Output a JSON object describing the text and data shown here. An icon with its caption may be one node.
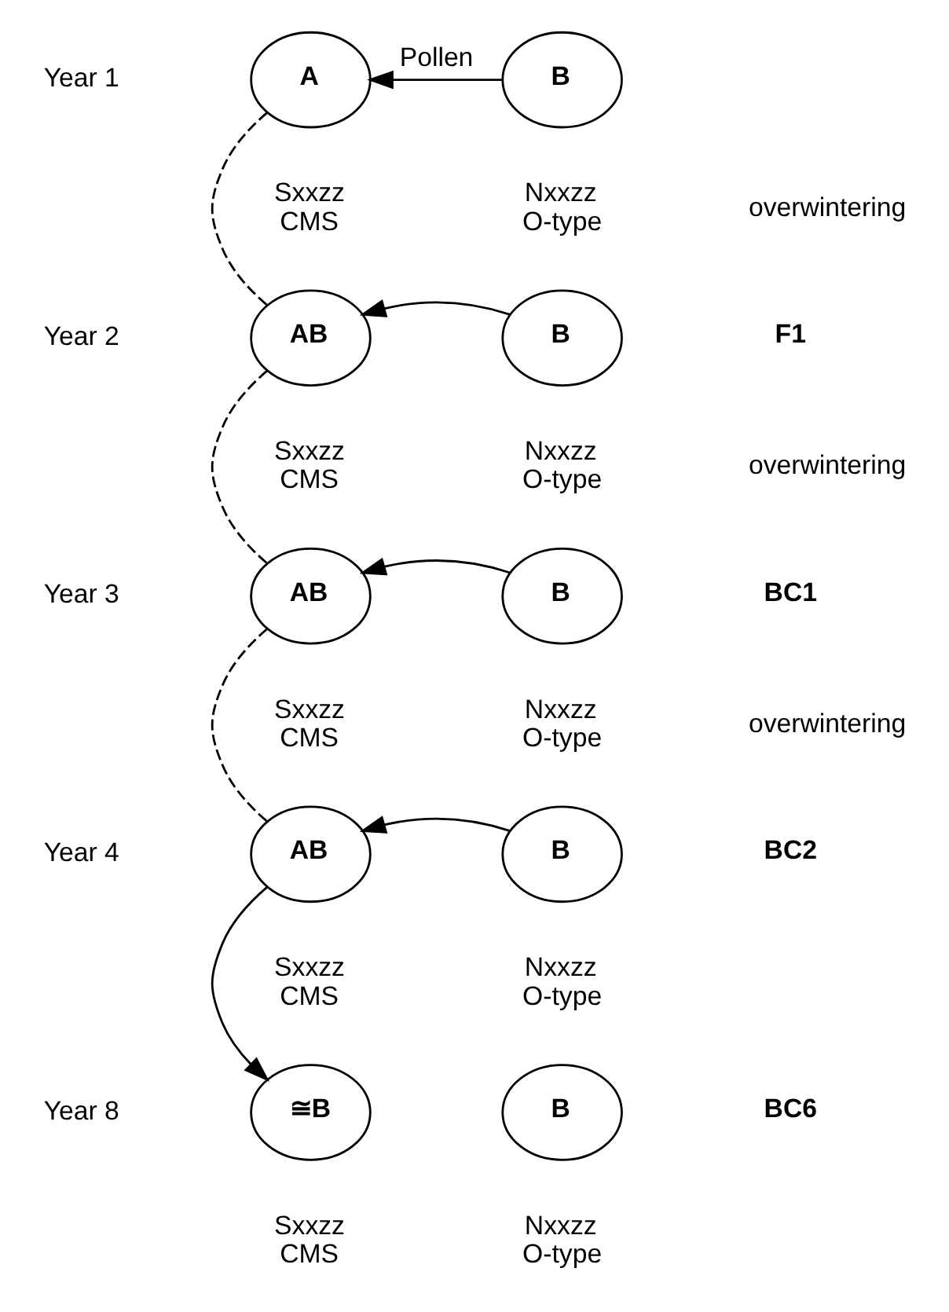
{
  "diagram": {
    "nodes": [
      {
        "text": [
          "A"
        ],
        "beside": [
          "Sxxzz CMS"
        ]
      },
      {
        "text": [
          "B"
        ],
        "beside": [
          "Nxxzz O-type"
        ]
      },
      {
        "text": [
          "AB"
        ],
        "beside": [
          "Sxxzz CMS"
        ]
      },
      {
        "text": [
          "B"
        ],
        "beside": [
          "Nxxzz O-type"
        ]
      },
      {
        "text": [
          "AB"
        ],
        "beside": [
          "Sxxzz CMS"
        ]
      },
      {
        "text": [
          "B"
        ],
        "beside": [
          "Nxxzz O-type"
        ]
      },
      {
        "text": [
          "AB"
        ],
        "beside": [
          "Sxxzz CMS"
        ]
      },
      {
        "text": [
          "B"
        ],
        "beside": [
          "Nxxzz O-type"
        ]
      },
      {
        "text": [
          "≅B"
        ],
        "beside": [
          "Sxxzz CMS"
        ]
      },
      {
        "text": [
          "B"
        ],
        "beside": [
          "Nxxzz O-type"
        ]
      }
    ],
    "edges": [
      {
        "from": 1,
        "to": 0,
        "arrow": "to",
        "label": "Pollen"
      },
      {
        "from": 0,
        "to": 2,
        "arrow": "none",
        "style": "dashed"
      },
      {
        "from": 3,
        "to": 2,
        "arrow": "to"
      },
      {
        "from": 2,
        "to": 4,
        "arrow": "none",
        "style": "dashed"
      },
      {
        "from": 5,
        "to": 4,
        "arrow": "to"
      },
      {
        "from": 4,
        "to": 6,
        "arrow": "none",
        "style": "dashed"
      },
      {
        "from": 7,
        "to": 6,
        "arrow": "to"
      },
      {
        "from": 6,
        "to": 8,
        "arrow": "to"
      }
    ],
    "labels": [
      "Year 1",
      "overwintering",
      "Year 2",
      "F1",
      "overwintering",
      "Year 3",
      "BC1",
      "overwintering",
      "Year 4",
      "BC2",
      "Year 8",
      "BC6"
    ]
  }
}
